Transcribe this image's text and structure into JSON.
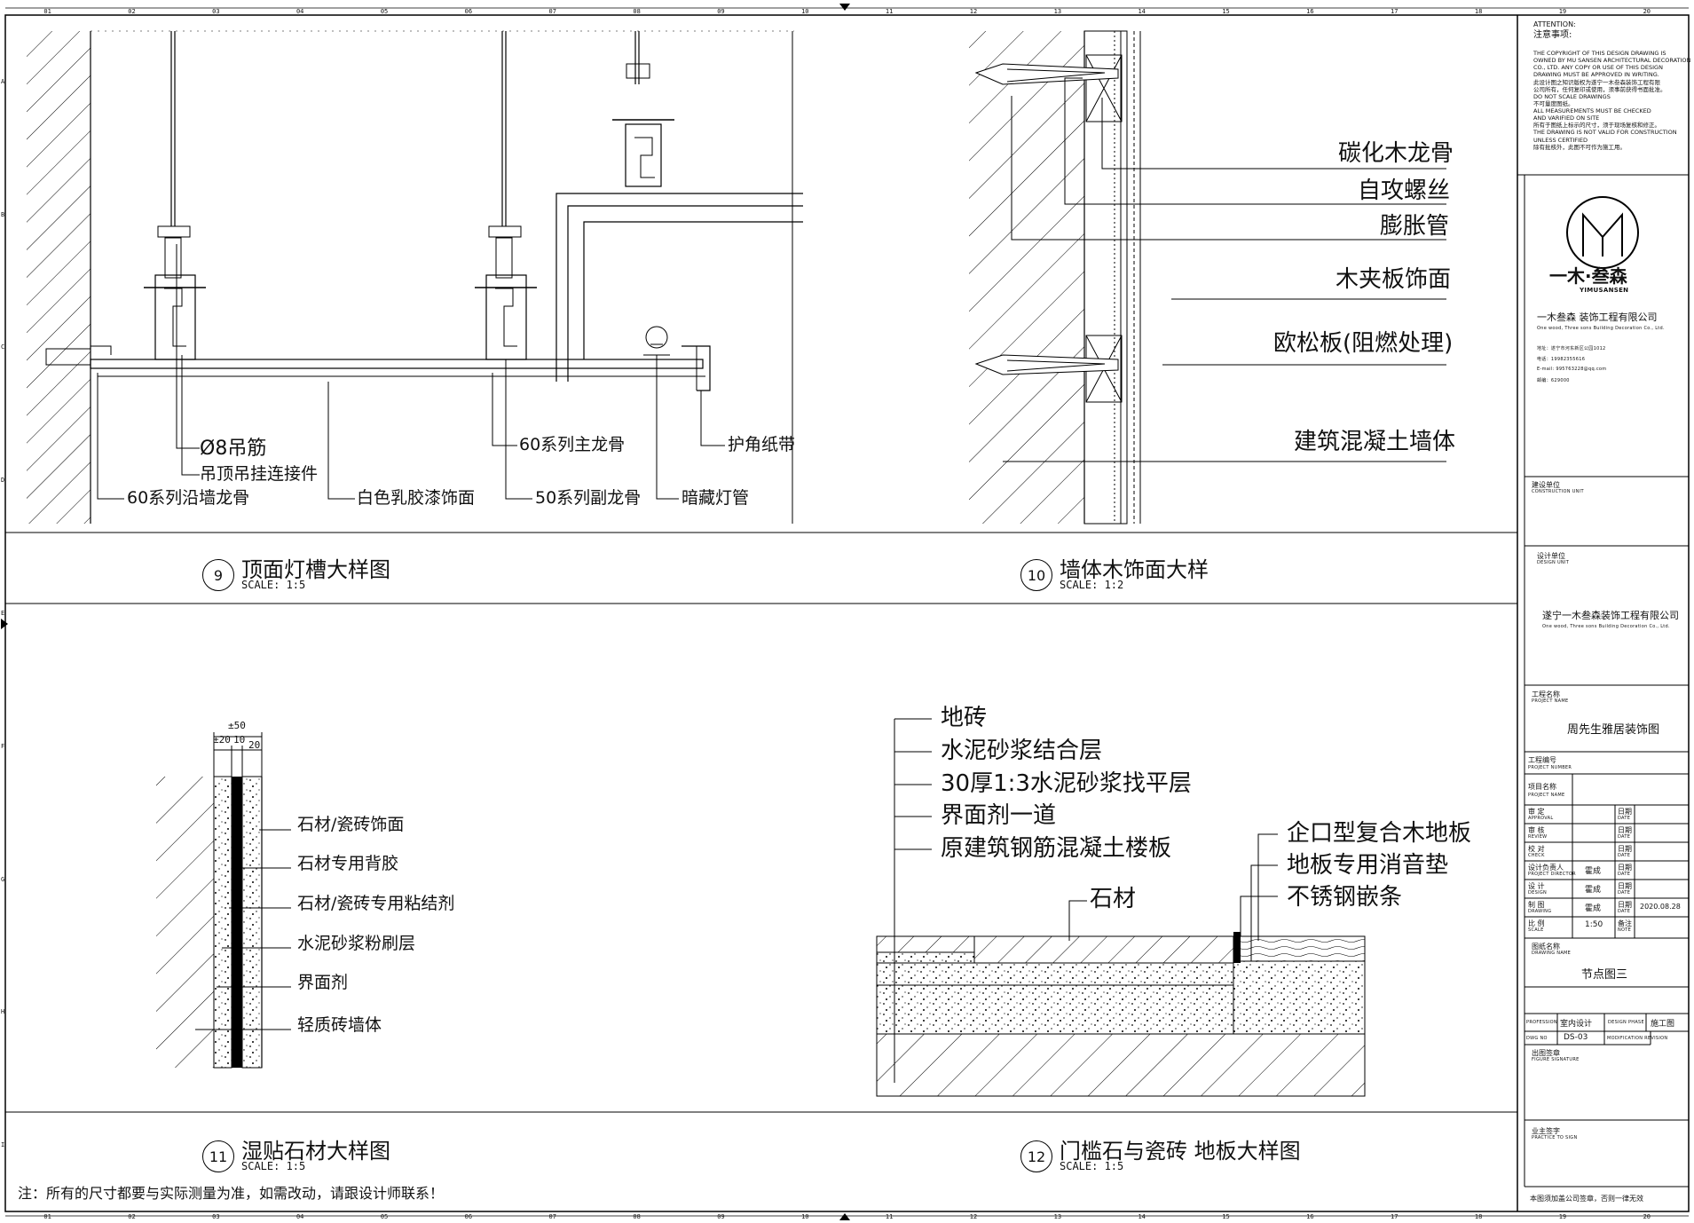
{
  "details": {
    "d9": {
      "number": "9",
      "title": "顶面灯槽大样图",
      "scale": "SCALE: 1:5",
      "labels": {
        "rod": "Ø8吊筋",
        "hanger": "吊顶吊挂连接件",
        "edge_keel": "60系列沿墙龙骨",
        "paint": "白色乳胶漆饰面",
        "main_keel": "60系列主龙骨",
        "sub_keel": "50系列副龙骨",
        "tape": "护角纸带",
        "lamp": "暗藏灯管"
      }
    },
    "d10": {
      "number": "10",
      "title": "墙体木饰面大样",
      "scale": "SCALE: 1:2",
      "labels": [
        "碳化木龙骨",
        "自攻螺丝",
        "膨胀管",
        "木夹板饰面",
        "欧松板(阻燃处理)",
        "建筑混凝土墙体"
      ]
    },
    "d11": {
      "number": "11",
      "title": "湿贴石材大样图",
      "scale": "SCALE: 1:5",
      "dims": {
        "total": "±50",
        "a": "±20",
        "b": "10",
        "c": "20"
      },
      "labels": [
        "石材/瓷砖饰面",
        "石材专用背胶",
        "石材/瓷砖专用粘结剂",
        "水泥砂浆粉刷层",
        "界面剂",
        "轻质砖墙体"
      ]
    },
    "d12": {
      "number": "12",
      "title": "门槛石与瓷砖 地板大样图",
      "scale": "SCALE: 1:5",
      "left_labels": [
        "地砖",
        "水泥砂浆结合层",
        "30厚1:3水泥砂浆找平层",
        "界面剂一道",
        "原建筑钢筋混凝土楼板"
      ],
      "stone": "石材",
      "right_labels": [
        "企口型复合木地板",
        "地板专用消音垫",
        "不锈钢嵌条"
      ]
    }
  },
  "note": "注：所有的尺寸都要与实际测量为准，如需改动，请跟设计师联系！",
  "grid": {
    "cols": [
      "01",
      "02",
      "03",
      "04",
      "05",
      "06",
      "07",
      "08",
      "09",
      "10",
      "11",
      "12",
      "13",
      "14",
      "15",
      "16",
      "17",
      "18",
      "19",
      "20"
    ],
    "rows": [
      "A",
      "B",
      "C",
      "D",
      "E",
      "F",
      "G",
      "H",
      "I"
    ]
  },
  "title_block": {
    "attention": "ATTENTION:",
    "attention_cn": "注意事项:",
    "notes": [
      "THE COPYRIGHT OF THIS DESIGN DRAWING IS",
      "OWNED BY MU SANSEN ARCHITECTURAL DECORATION",
      "CO., LTD. ANY COPY OR USE OF THIS DESIGN",
      "DRAWING MUST BE APPROVED IN WRITING.",
      "此设计图之知识版权为遂宁一木叁森装饰工程有限",
      "公司所有，任何复印或使用，须事前获得书面批准。",
      "DO NOT SCALE DRAWINGS",
      "不可量度图纸。",
      "ALL MEASUREMENTS MUST BE CHECKED",
      "AND VARIFIED ON SITE",
      "所有于图纸上标示的尺寸，须于现场复核和修正。",
      "THE DRAWING IS NOT VALID FOR CONSTRUCTION",
      "UNLESS CERTIFIED",
      "除有批核外，此图不可作为施工用。"
    ],
    "logo_text": "一木·叁森",
    "logo_en": "YIMUSANSEN",
    "company": "一木叁森 装饰工程有限公司",
    "company_en": "One wood, Three sons Building Decoration Co., Ltd.",
    "address": "地址：遂宁市河东新区公园1012",
    "phone": "电话：19982355616",
    "email": "E-mail: 995763228@qq.com",
    "post": "邮编：629000",
    "construction_unit": "建设单位",
    "construction_unit_en": "CONSTRUCTION UNIT",
    "design_unit": "设计单位",
    "design_unit_en": "DESIGN UNIT",
    "design_company": "遂宁一木叁森装饰工程有限公司",
    "design_company_en": "One wood, Three sons Building Decoration Co., Ltd.",
    "project_name_label": "工程名称",
    "project_name_en": "PROJECT NAME",
    "project_name": "周先生雅居装饰图",
    "project_number_label": "工程编号",
    "project_number_en": "PROJECT NUMBER",
    "item_name_label": "项目名称",
    "item_name_en": "PROJECT NAME",
    "rows": [
      {
        "label": "审  定",
        "en": "APPROVAL",
        "value": "",
        "date_label": "日期",
        "date_en": "DATE",
        "date": ""
      },
      {
        "label": "审  核",
        "en": "REVIEW",
        "value": "",
        "date_label": "日期",
        "date_en": "DATE",
        "date": ""
      },
      {
        "label": "校  对",
        "en": "CHECK",
        "value": "",
        "date_label": "日期",
        "date_en": "DATE",
        "date": ""
      },
      {
        "label": "设计负责人",
        "en": "PROJECT DIRECTOR",
        "value": "霍成",
        "date_label": "日期",
        "date_en": "DATE",
        "date": ""
      },
      {
        "label": "设  计",
        "en": "DESIGN",
        "value": "霍成",
        "date_label": "日期",
        "date_en": "DATE",
        "date": ""
      },
      {
        "label": "制  图",
        "en": "DRAWING",
        "value": "霍成",
        "date_label": "日期",
        "date_en": "DATE",
        "date": "2020.08.28"
      },
      {
        "label": "比  例",
        "en": "SCALE",
        "value": "1:50",
        "date_label": "备注",
        "date_en": "NOTE",
        "date": ""
      }
    ],
    "drawing_name_label": "图纸名称",
    "drawing_name_en": "DRAWING NAME",
    "drawing_name": "节点图三",
    "profession_en": "PROFESSION",
    "profession": "室内设计",
    "design_phase_en": "DESIGN PHASE",
    "design_phase": "施工图",
    "dwg_no_en": "DWG NO",
    "dwg_no": "DS-03",
    "modification_en": "MODIFICATION REVISION",
    "figure_sig": "出图签章",
    "figure_sig_en": "FIGURE SIGNATURE",
    "owner_sig": "业主签字",
    "owner_sig_en": "PRACTICE TO SIGN",
    "footer": "本图须加盖公司签章，否则一律无效"
  }
}
